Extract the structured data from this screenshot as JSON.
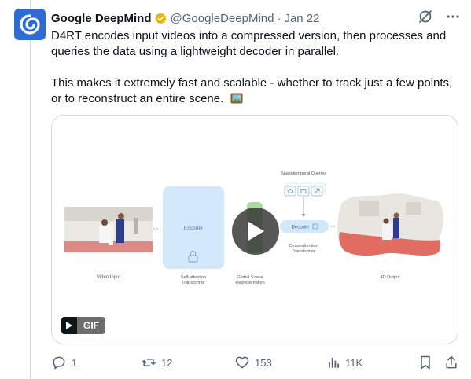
{
  "author": {
    "name": "Google DeepMind",
    "handle": "@GoogleDeepMind",
    "separator": "·",
    "date": "Jan 22"
  },
  "tweet": {
    "paragraph_1": "D4RT encodes input videos into a compressed version, then processes and queries the data using a lightweight decoder in parallel.",
    "paragraph_2": "This makes it extremely fast and scalable - whether to track just a few points, or to reconstruct an entire scene."
  },
  "figure": {
    "encoder_label": "Encoder",
    "decoder_label": "Decoder",
    "queries_label": "Spatiotemporal Queries",
    "video_input_label": "Video Input",
    "encoder_caption_1": "Self-attention",
    "encoder_caption_2": "Transformer",
    "scene_caption_1": "Global Scene",
    "scene_caption_2": "Representation",
    "decoder_caption_1": "Cross-attention",
    "decoder_caption_2": "Transformer",
    "output_label": "4D Output"
  },
  "media": {
    "badge_label": "GIF"
  },
  "actions": {
    "replies": "1",
    "reposts": "12",
    "likes": "153",
    "views": "11K"
  },
  "colors": {
    "avatar_bg": "#2f6bd6",
    "verified_gold": "#e2b719",
    "text_primary": "#0f1419",
    "text_secondary": "#536471",
    "encoder_fill": "#d3e8fb",
    "scene_green": "#a9dba0",
    "mat_red": "#e26b62"
  }
}
